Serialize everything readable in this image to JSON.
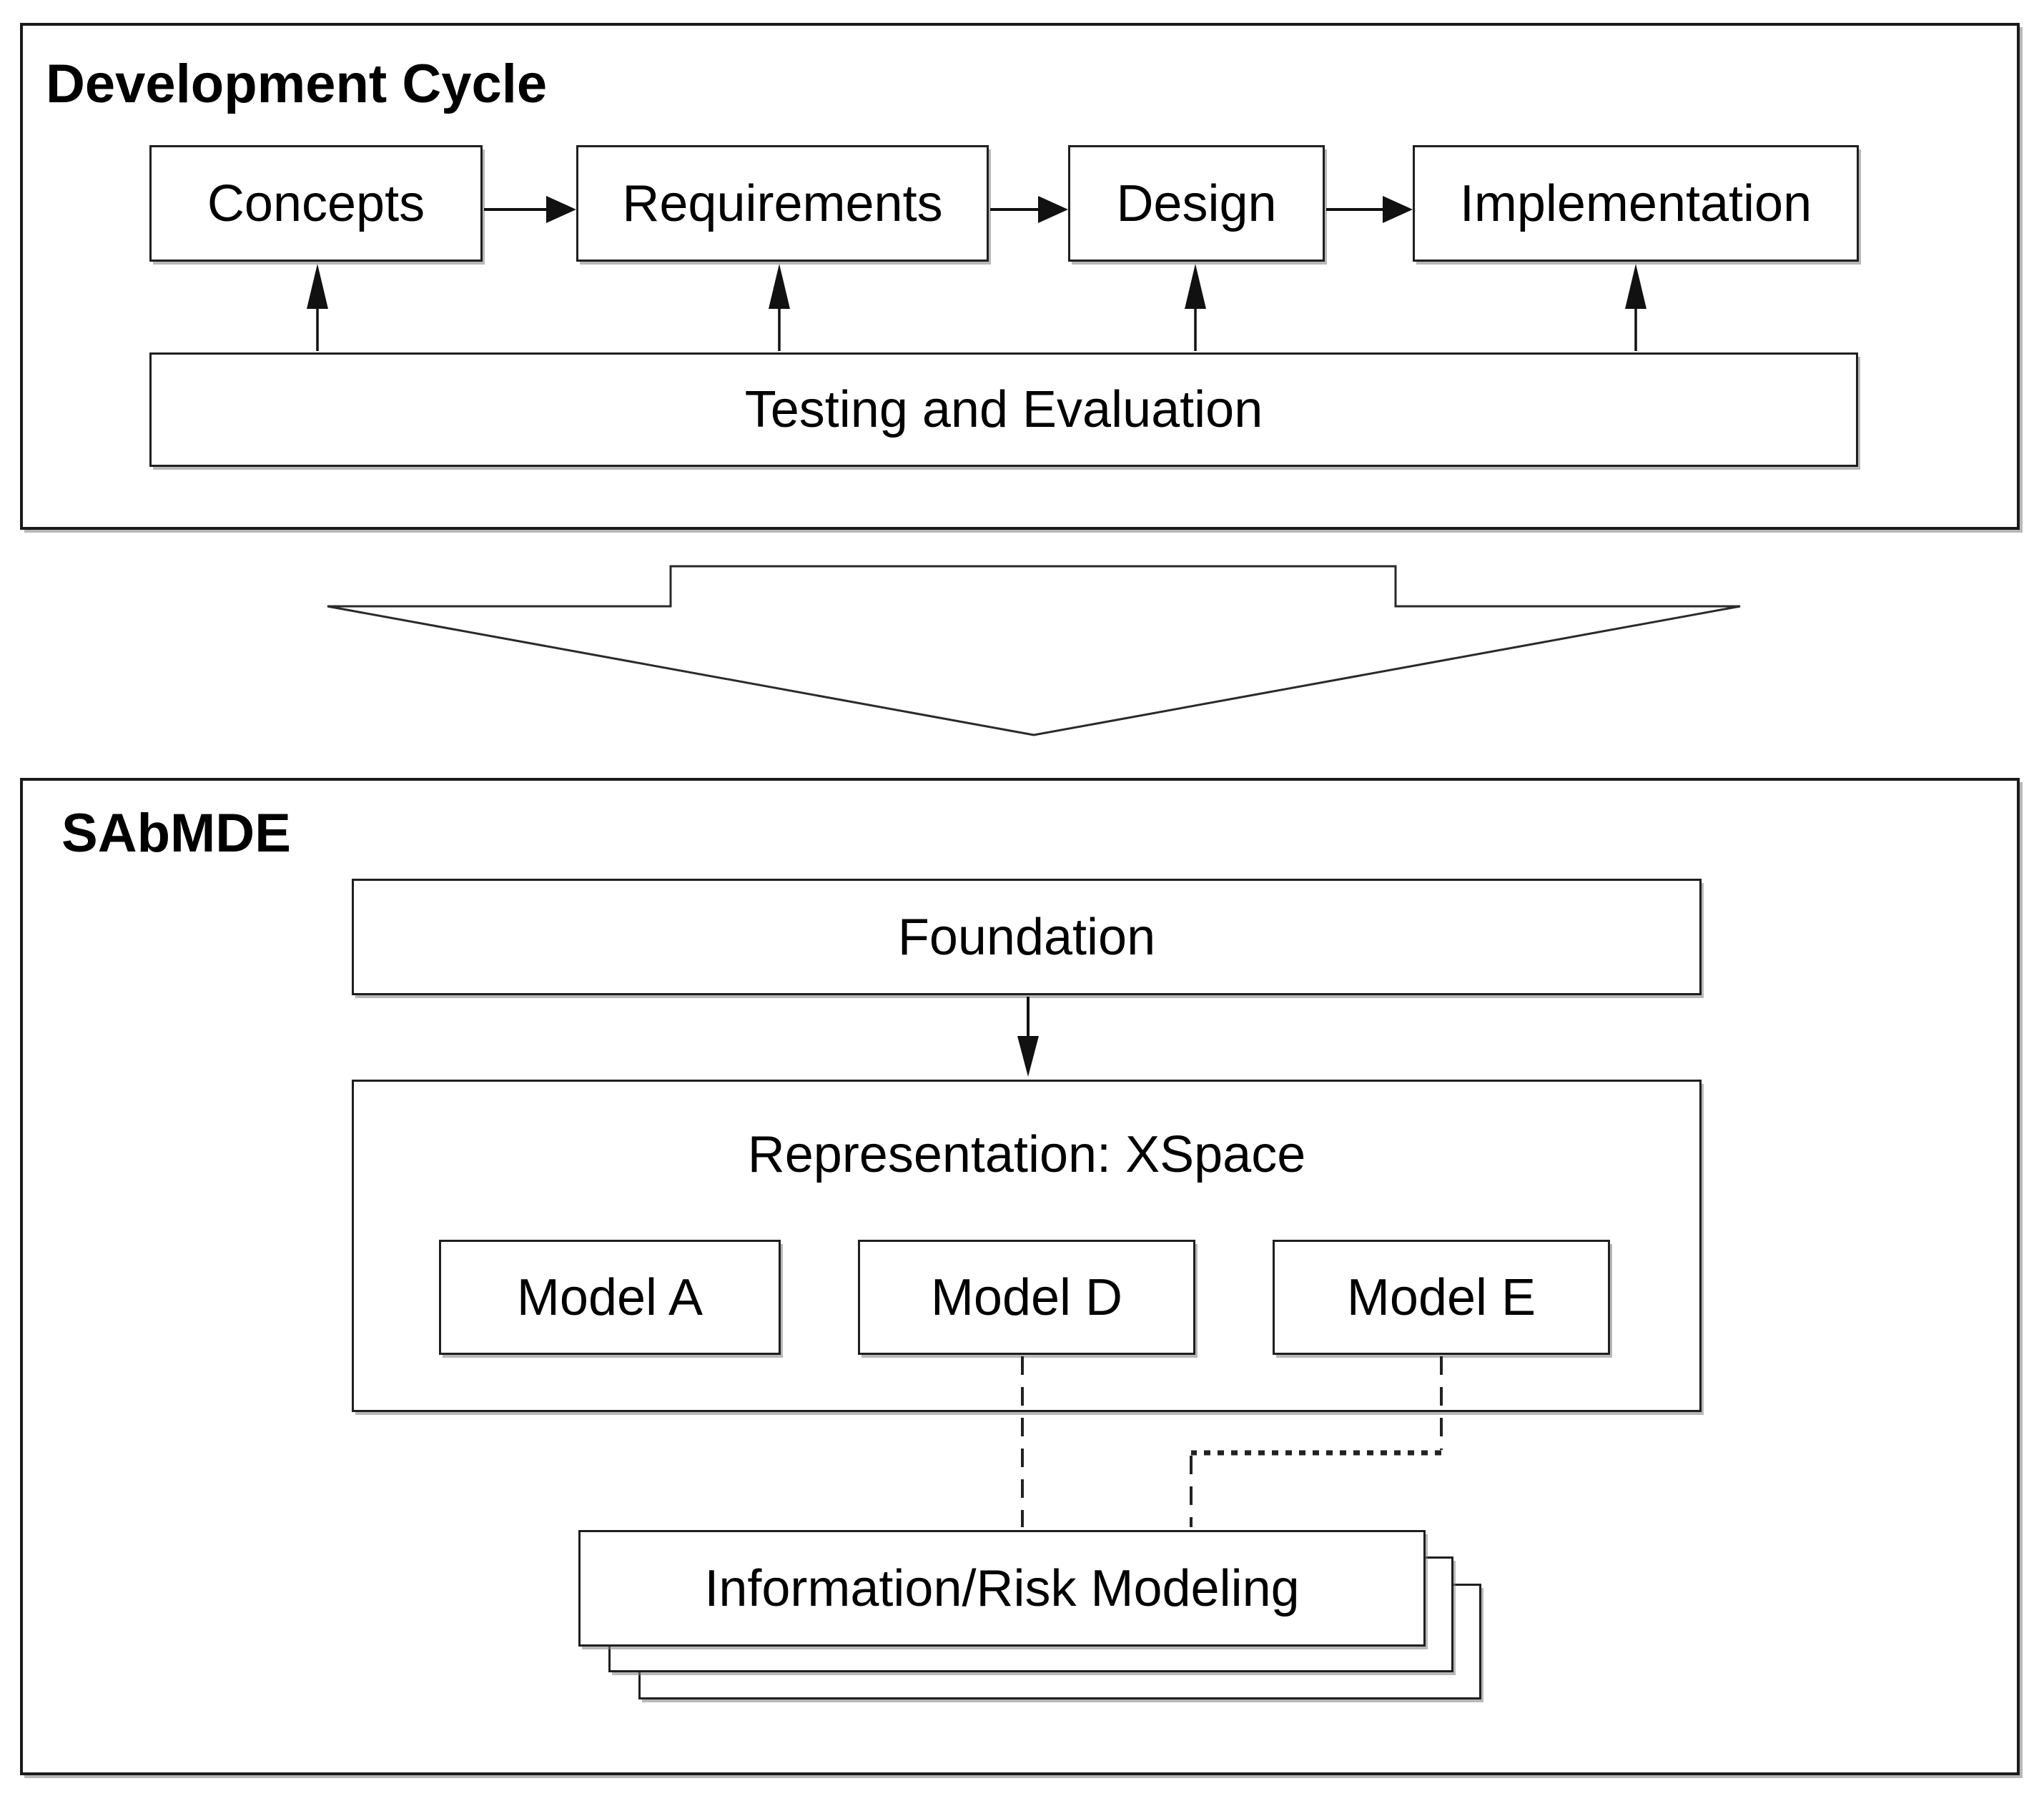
{
  "top_panel": {
    "title": "Development Cycle",
    "stages": [
      {
        "label": "Concepts"
      },
      {
        "label": "Requirements"
      },
      {
        "label": "Design"
      },
      {
        "label": "Implementation"
      }
    ],
    "feedback_label": "Testing and Evaluation"
  },
  "bottom_panel": {
    "title": "SAbMDE",
    "foundation_label": "Foundation",
    "representation_label": "Representation: XSpace",
    "models": [
      {
        "label": "Model A"
      },
      {
        "label": "Model D"
      },
      {
        "label": "Model E"
      }
    ],
    "stack_label": "Information/Risk Modeling"
  },
  "colors": {
    "ink": "#000000",
    "background": "#ffffff",
    "shadow": "#7d7d7d"
  }
}
